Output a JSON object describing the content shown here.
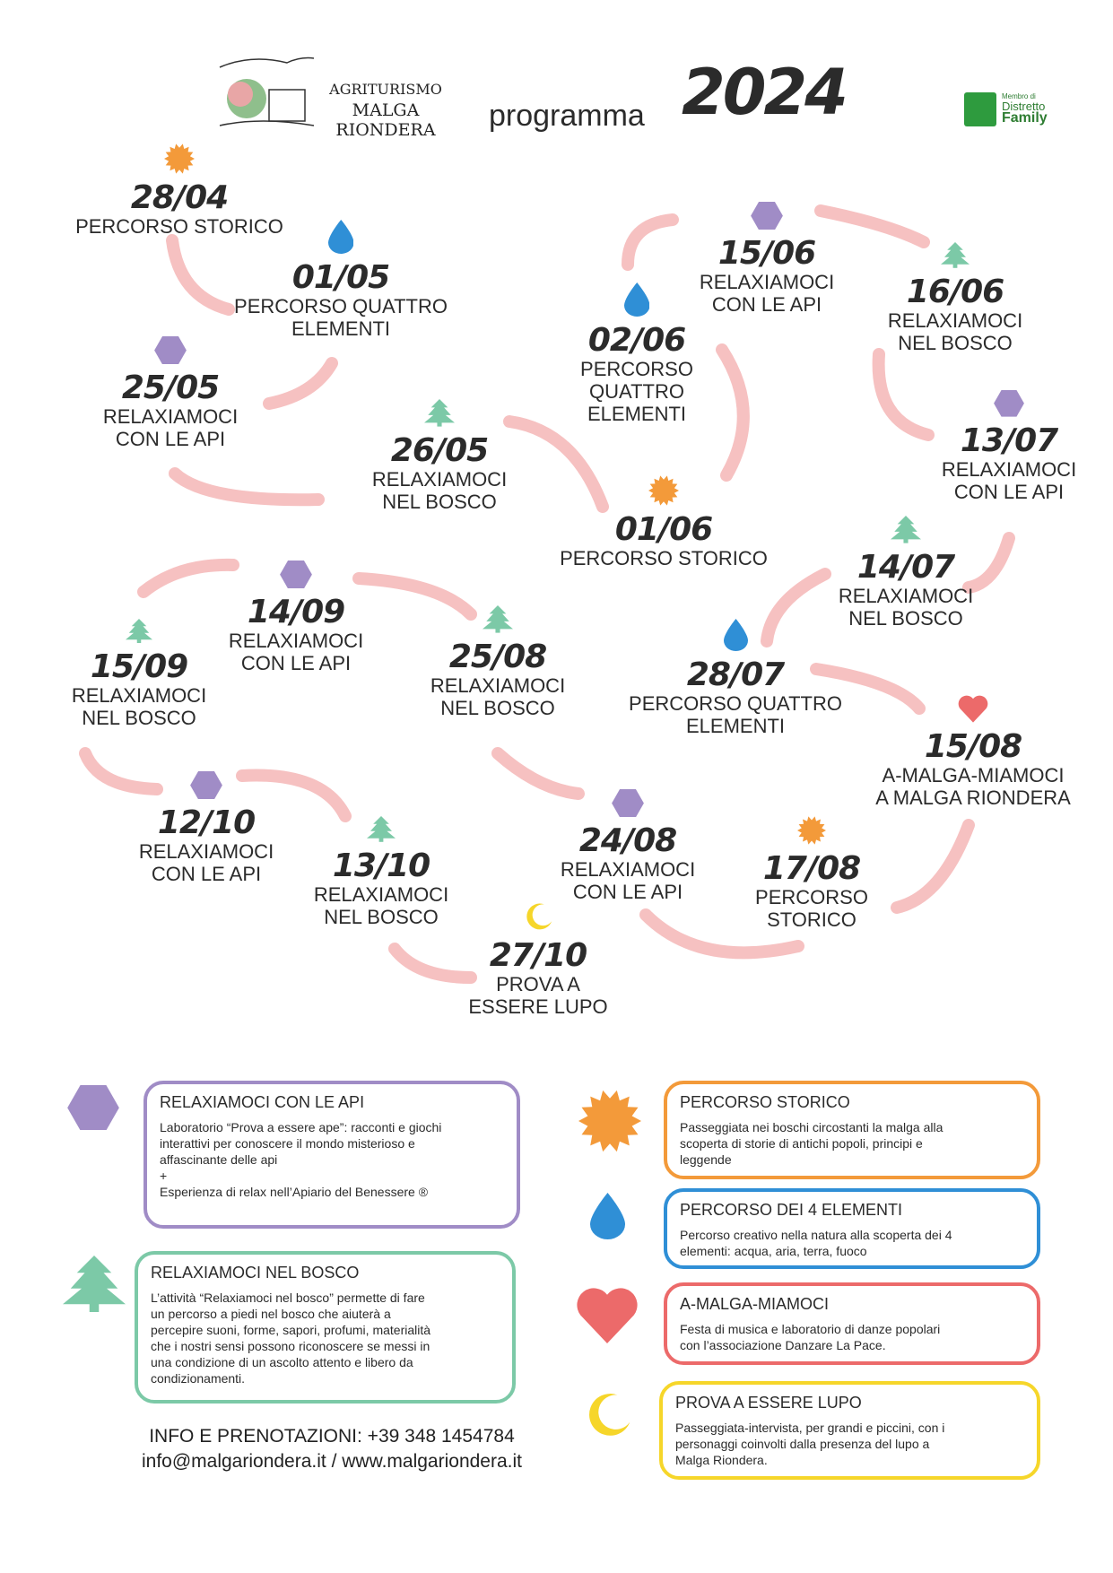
{
  "header": {
    "logo_line1": "AGRITURISMO",
    "logo_line2": "MALGA RIONDERA",
    "program_label": "programma",
    "year": "2024",
    "badge_line1": "Membro di",
    "badge_line2": "Distretto",
    "badge_line3": "Family"
  },
  "colors": {
    "path": "#f6c1c1",
    "api": "#a08cc6",
    "bosco": "#7cc9a7",
    "storico": "#f39a3a",
    "elementi": "#2f8fd6",
    "malga": "#ec6a6a",
    "lupo": "#f6d62a",
    "text": "#2b2b2b"
  },
  "events": [
    {
      "date": "28/04",
      "title": "PERCORSO STORICO",
      "icon": "sun-icon"
    },
    {
      "date": "01/05",
      "title": "PERCORSO QUATTRO\nELEMENTI",
      "icon": "drop-icon"
    },
    {
      "date": "25/05",
      "title": "RELAXIAMOCI\nCON LE API",
      "icon": "hexagon-icon"
    },
    {
      "date": "26/05",
      "title": "RELAXIAMOCI\nNEL BOSCO",
      "icon": "tree-icon"
    },
    {
      "date": "01/06",
      "title": "PERCORSO STORICO",
      "icon": "sun-icon"
    },
    {
      "date": "02/06",
      "title": "PERCORSO\nQUATTRO\nELEMENTI",
      "icon": "drop-icon"
    },
    {
      "date": "15/06",
      "title": "RELAXIAMOCI\nCON LE API",
      "icon": "hexagon-icon"
    },
    {
      "date": "16/06",
      "title": "RELAXIAMOCI\nNEL BOSCO",
      "icon": "tree-icon"
    },
    {
      "date": "13/07",
      "title": "RELAXIAMOCI\nCON LE API",
      "icon": "hexagon-icon"
    },
    {
      "date": "14/07",
      "title": "RELAXIAMOCI\nNEL BOSCO",
      "icon": "tree-icon"
    },
    {
      "date": "28/07",
      "title": "PERCORSO QUATTRO\nELEMENTI",
      "icon": "drop-icon"
    },
    {
      "date": "15/08",
      "title": "A-MALGA-MIAMOCI\nA MALGA RIONDERA",
      "icon": "heart-icon"
    },
    {
      "date": "17/08",
      "title": "PERCORSO\nSTORICO",
      "icon": "sun-icon"
    },
    {
      "date": "24/08",
      "title": "RELAXIAMOCI\nCON LE API",
      "icon": "hexagon-icon"
    },
    {
      "date": "25/08",
      "title": "RELAXIAMOCI\nNEL BOSCO",
      "icon": "tree-icon"
    },
    {
      "date": "14/09",
      "title": "RELAXIAMOCI\nCON LE API",
      "icon": "hexagon-icon"
    },
    {
      "date": "15/09",
      "title": "RELAXIAMOCI\nNEL BOSCO",
      "icon": "tree-icon"
    },
    {
      "date": "12/10",
      "title": "RELAXIAMOCI\nCON LE API",
      "icon": "hexagon-icon"
    },
    {
      "date": "13/10",
      "title": "RELAXIAMOCI\nNEL BOSCO",
      "icon": "tree-icon"
    },
    {
      "date": "27/10",
      "title": "PROVA A\nESSERE LUPO",
      "icon": "moon-icon"
    }
  ],
  "legend": [
    {
      "title": "RELAXIAMOCI CON LE API",
      "desc": "Laboratorio “Prova a essere ape”: racconti e giochi\ninterattivi per conoscere il mondo misterioso e\naffascinante delle api\n+\nEsperienza di relax nell’Apiario del Benessere ®",
      "icon": "hexagon-icon"
    },
    {
      "title": "RELAXIAMOCI NEL BOSCO",
      "desc": "L’attività “Relaxiamoci nel bosco” permette di fare\nun percorso a piedi nel bosco che aiuterà a\npercepire suoni, forme, sapori, profumi, materialità\nche i nostri sensi possono riconoscere se messi in\nuna condizione di un ascolto attento e libero da\ncondizionamenti.",
      "icon": "tree-icon"
    },
    {
      "title": "PERCORSO STORICO",
      "desc": "Passeggiata nei boschi circostanti la malga alla\nscoperta di storie di antichi popoli, principi e\nleggende",
      "icon": "sun-icon"
    },
    {
      "title": "PERCORSO DEI 4 ELEMENTI",
      "desc": "Percorso creativo nella natura alla scoperta dei 4\nelementi: acqua, aria, terra, fuoco",
      "icon": "drop-icon"
    },
    {
      "title": "A-MALGA-MIAMOCI",
      "desc": "Festa di musica e laboratorio di danze popolari\ncon l’associazione Danzare La Pace.",
      "icon": "heart-icon"
    },
    {
      "title": "PROVA A ESSERE LUPO",
      "desc": "Passeggiata-intervista, per grandi e piccini, con i\npersonaggi coinvolti dalla presenza del lupo a\nMalga Riondera.",
      "icon": "moon-icon"
    }
  ],
  "info": {
    "line1": "INFO E PRENOTAZIONI: +39 348 1454784",
    "line2": "info@malgariondera.it / www.malgariondera.it"
  }
}
